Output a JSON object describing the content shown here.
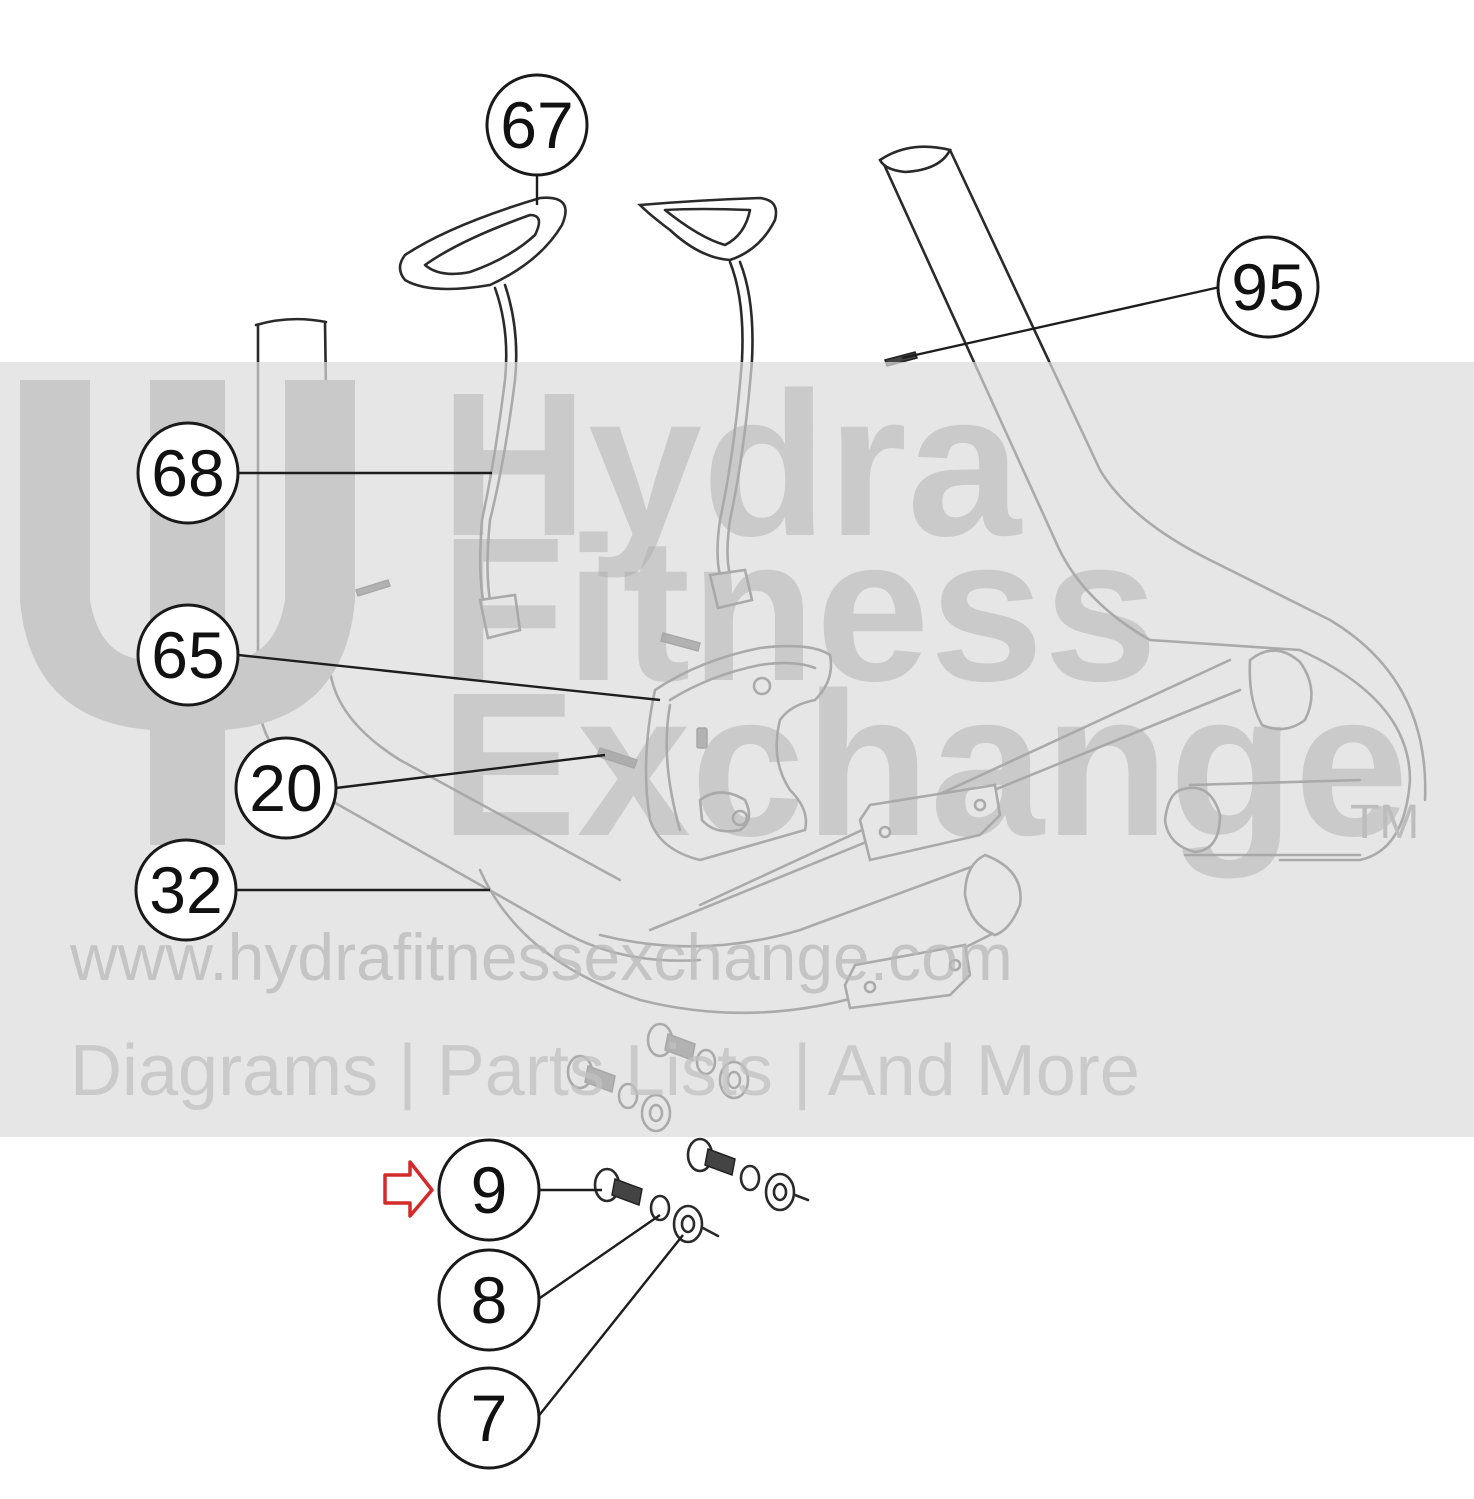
{
  "watermark": {
    "line1": "Hydra",
    "line2": "Fitness",
    "line3": "Exchange",
    "trademark": "TM",
    "url": "www.hydrafitnessexchange.com",
    "tagline": "Diagrams | Parts Lists | And More"
  },
  "callouts": [
    {
      "id": "67",
      "label": "67"
    },
    {
      "id": "95",
      "label": "95"
    },
    {
      "id": "68",
      "label": "68"
    },
    {
      "id": "65",
      "label": "65"
    },
    {
      "id": "20",
      "label": "20"
    },
    {
      "id": "32",
      "label": "32"
    },
    {
      "id": "9",
      "label": "9"
    },
    {
      "id": "8",
      "label": "8"
    },
    {
      "id": "7",
      "label": "7"
    }
  ],
  "colors": {
    "line": "#2a2a2a",
    "watermark_band": "#dcdcdc",
    "watermark_text": "#a9a9a9",
    "watermark_accent": "#90a9c4",
    "highlight_arrow": "#d42a2a"
  },
  "highlight": {
    "callout": "9",
    "icon": "right-arrow-icon"
  }
}
